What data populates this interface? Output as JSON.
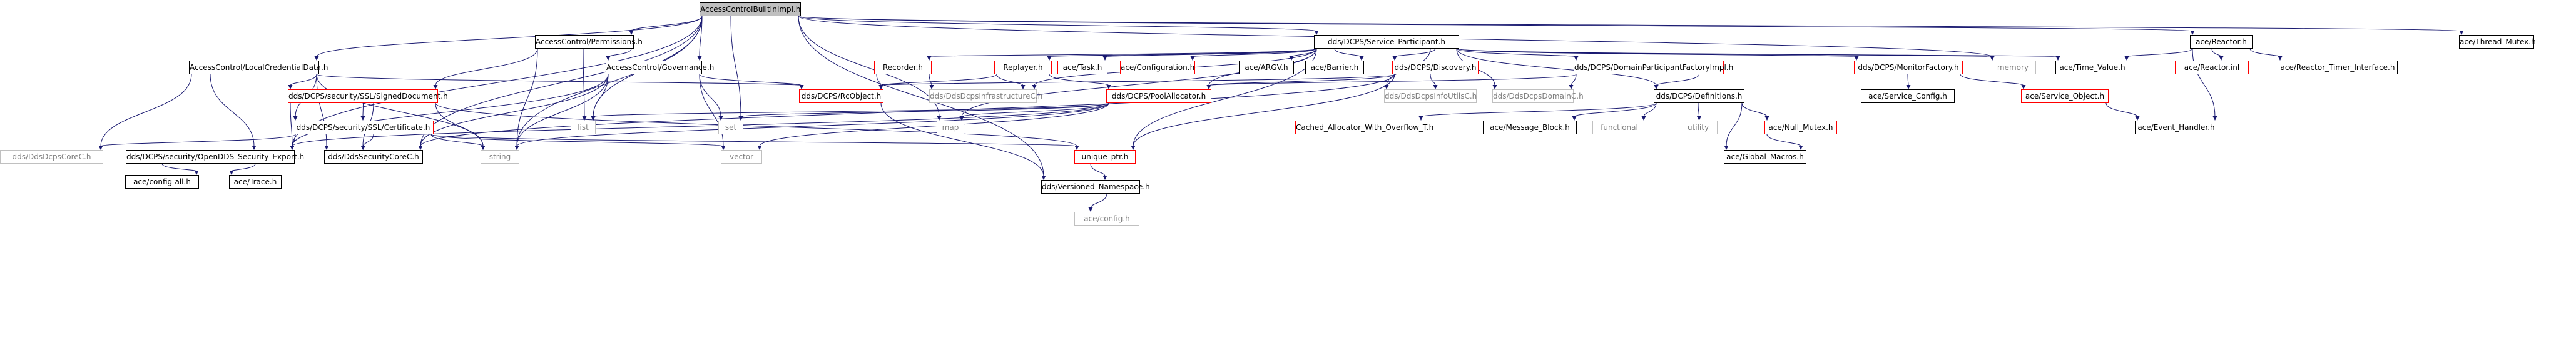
{
  "graph": {
    "edge_color": "#191970",
    "root_fill": "#bfbfbf",
    "red_border": "#ff0000",
    "missing_border": "#c0c0c0",
    "nodes": [
      {
        "id": "root",
        "label": "AccessControlBuiltInImpl.h",
        "style": "root"
      },
      {
        "id": "perm",
        "label": "AccessControl/Permissions.h",
        "style": "normal"
      },
      {
        "id": "gov",
        "label": "AccessControl/Governance.h",
        "style": "normal"
      },
      {
        "id": "lcd",
        "label": "AccessControl/LocalCredentialData.h",
        "style": "normal"
      },
      {
        "id": "sp",
        "label": "dds/DCPS/Service_Participant.h",
        "style": "normal"
      },
      {
        "id": "reactor",
        "label": "ace/Reactor.h",
        "style": "normal"
      },
      {
        "id": "threadmutex",
        "label": "ace/Thread_Mutex.h",
        "style": "normal"
      },
      {
        "id": "signeddoc",
        "label": "dds/DCPS/security/SSL/SignedDocument.h",
        "style": "red"
      },
      {
        "id": "cert",
        "label": "dds/DCPS/security/SSL/Certificate.h",
        "style": "red"
      },
      {
        "id": "rcobject",
        "label": "dds/DCPS/RcObject.h",
        "style": "red"
      },
      {
        "id": "recorder",
        "label": "Recorder.h",
        "style": "red"
      },
      {
        "id": "replayer",
        "label": "Replayer.h",
        "style": "red"
      },
      {
        "id": "task",
        "label": "ace/Task.h",
        "style": "red"
      },
      {
        "id": "config",
        "label": "ace/Configuration.h",
        "style": "red"
      },
      {
        "id": "argv",
        "label": "ace/ARGV.h",
        "style": "normal"
      },
      {
        "id": "barrier",
        "label": "ace/Barrier.h",
        "style": "normal"
      },
      {
        "id": "discovery",
        "label": "dds/DCPS/Discovery.h",
        "style": "red"
      },
      {
        "id": "dpfimpl",
        "label": "dds/DCPS/DomainParticipantFactoryImpl.h",
        "style": "red"
      },
      {
        "id": "monitorfactory",
        "label": "dds/DCPS/MonitorFactory.h",
        "style": "red"
      },
      {
        "id": "memory",
        "label": "memory",
        "style": "missing"
      },
      {
        "id": "timevalue",
        "label": "ace/Time_Value.h",
        "style": "normal"
      },
      {
        "id": "reactorinl",
        "label": "ace/Reactor.inl",
        "style": "red"
      },
      {
        "id": "reactortimer",
        "label": "ace/Reactor_Timer_Interface.h",
        "style": "normal"
      },
      {
        "id": "poolalloc",
        "label": "dds/DCPS/PoolAllocator.h",
        "style": "red"
      },
      {
        "id": "infracpp",
        "label": "dds/DdsDcpsInfrastructureC.h",
        "style": "missing"
      },
      {
        "id": "infoutils",
        "label": "dds/DdsDcpsInfoUtilsC.h",
        "style": "missing"
      },
      {
        "id": "domainc",
        "label": "dds/DdsDcpsDomainC.h",
        "style": "missing"
      },
      {
        "id": "definitions",
        "label": "dds/DCPS/Definitions.h",
        "style": "normal"
      },
      {
        "id": "serviceconfig",
        "label": "ace/Service_Config.h",
        "style": "normal"
      },
      {
        "id": "serviceobject",
        "label": "ace/Service_Object.h",
        "style": "red"
      },
      {
        "id": "list",
        "label": "list",
        "style": "missing"
      },
      {
        "id": "set",
        "label": "set",
        "style": "missing"
      },
      {
        "id": "map",
        "label": "map",
        "style": "missing"
      },
      {
        "id": "cachedalloc",
        "label": "Cached_Allocator_With_Overflow_T.h",
        "style": "red"
      },
      {
        "id": "msgblock",
        "label": "ace/Message_Block.h",
        "style": "normal"
      },
      {
        "id": "functional",
        "label": "functional",
        "style": "missing"
      },
      {
        "id": "utility",
        "label": "utility",
        "style": "missing"
      },
      {
        "id": "nullmutex",
        "label": "ace/Null_Mutex.h",
        "style": "red"
      },
      {
        "id": "eventhandler",
        "label": "ace/Event_Handler.h",
        "style": "normal"
      },
      {
        "id": "coredcps",
        "label": "dds/DdsDcpsCoreC.h",
        "style": "missing"
      },
      {
        "id": "ddssecexport",
        "label": "dds/DCPS/security/OpenDDS_Security_Export.h",
        "style": "normal"
      },
      {
        "id": "seccore",
        "label": "dds/DdsSecurityCoreC.h",
        "style": "normal"
      },
      {
        "id": "string",
        "label": "string",
        "style": "missing"
      },
      {
        "id": "vector",
        "label": "vector",
        "style": "missing"
      },
      {
        "id": "uniqueptr",
        "label": "unique_ptr.h",
        "style": "red"
      },
      {
        "id": "globalmacros",
        "label": "ace/Global_Macros.h",
        "style": "normal"
      },
      {
        "id": "configall",
        "label": "ace/config-all.h",
        "style": "normal"
      },
      {
        "id": "trace",
        "label": "ace/Trace.h",
        "style": "normal"
      },
      {
        "id": "versioned",
        "label": "dds/Versioned_Namespace.h",
        "style": "normal"
      },
      {
        "id": "aceconfig",
        "label": "ace/config.h",
        "style": "missing"
      }
    ],
    "edges": [
      [
        "root",
        "perm"
      ],
      [
        "root",
        "gov"
      ],
      [
        "root",
        "lcd"
      ],
      [
        "root",
        "sp"
      ],
      [
        "root",
        "reactor"
      ],
      [
        "root",
        "threadmutex"
      ],
      [
        "root",
        "ddssecexport"
      ],
      [
        "root",
        "seccore"
      ],
      [
        "root",
        "list"
      ],
      [
        "root",
        "set"
      ],
      [
        "root",
        "string"
      ],
      [
        "root",
        "map"
      ],
      [
        "root",
        "versioned"
      ],
      [
        "root",
        "memory"
      ],
      [
        "perm",
        "gov"
      ],
      [
        "perm",
        "signeddoc"
      ],
      [
        "perm",
        "list"
      ],
      [
        "perm",
        "string"
      ],
      [
        "gov",
        "rcobject"
      ],
      [
        "gov",
        "list"
      ],
      [
        "gov",
        "set"
      ],
      [
        "gov",
        "string"
      ],
      [
        "gov",
        "vector"
      ],
      [
        "gov",
        "seccore"
      ],
      [
        "gov",
        "ddssecexport"
      ],
      [
        "lcd",
        "signeddoc"
      ],
      [
        "lcd",
        "cert"
      ],
      [
        "lcd",
        "rcobject"
      ],
      [
        "lcd",
        "coredcps"
      ],
      [
        "lcd",
        "seccore"
      ],
      [
        "lcd",
        "ddssecexport"
      ],
      [
        "lcd",
        "string"
      ],
      [
        "sp",
        "recorder"
      ],
      [
        "sp",
        "replayer"
      ],
      [
        "sp",
        "task"
      ],
      [
        "sp",
        "config"
      ],
      [
        "sp",
        "argv"
      ],
      [
        "sp",
        "barrier"
      ],
      [
        "sp",
        "discovery"
      ],
      [
        "sp",
        "dpfimpl"
      ],
      [
        "sp",
        "monitorfactory"
      ],
      [
        "sp",
        "memory"
      ],
      [
        "sp",
        "timevalue"
      ],
      [
        "sp",
        "poolalloc"
      ],
      [
        "sp",
        "infracpp"
      ],
      [
        "sp",
        "infoutils"
      ],
      [
        "sp",
        "domainc"
      ],
      [
        "sp",
        "definitions"
      ],
      [
        "sp",
        "uniqueptr"
      ],
      [
        "sp",
        "map"
      ],
      [
        "reactor",
        "timevalue"
      ],
      [
        "reactor",
        "reactorinl"
      ],
      [
        "reactor",
        "reactortimer"
      ],
      [
        "reactor",
        "eventhandler"
      ],
      [
        "signeddoc",
        "cert"
      ],
      [
        "signeddoc",
        "ddssecexport"
      ],
      [
        "signeddoc",
        "seccore"
      ],
      [
        "signeddoc",
        "string"
      ],
      [
        "signeddoc",
        "uniqueptr"
      ],
      [
        "cert",
        "ddssecexport"
      ],
      [
        "cert",
        "seccore"
      ],
      [
        "cert",
        "string"
      ],
      [
        "cert",
        "vector"
      ],
      [
        "cert",
        "uniqueptr"
      ],
      [
        "cert",
        "coredcps"
      ],
      [
        "rcobject",
        "versioned"
      ],
      [
        "recorder",
        "rcobject"
      ],
      [
        "recorder",
        "infracpp"
      ],
      [
        "replayer",
        "rcobject"
      ],
      [
        "replayer",
        "infracpp"
      ],
      [
        "replayer",
        "poolalloc"
      ],
      [
        "discovery",
        "rcobject"
      ],
      [
        "discovery",
        "infoutils"
      ],
      [
        "discovery",
        "poolalloc"
      ],
      [
        "discovery",
        "uniqueptr"
      ],
      [
        "discovery",
        "seccore"
      ],
      [
        "dpfimpl",
        "definitions"
      ],
      [
        "dpfimpl",
        "domainc"
      ],
      [
        "dpfimpl",
        "poolalloc"
      ],
      [
        "monitorfactory",
        "serviceconfig"
      ],
      [
        "monitorfactory",
        "serviceobject"
      ],
      [
        "poolalloc",
        "list"
      ],
      [
        "poolalloc",
        "set"
      ],
      [
        "poolalloc",
        "map"
      ],
      [
        "poolalloc",
        "string"
      ],
      [
        "poolalloc",
        "vector"
      ],
      [
        "poolalloc",
        "ddssecexport"
      ],
      [
        "definitions",
        "cachedalloc"
      ],
      [
        "definitions",
        "msgblock"
      ],
      [
        "definitions",
        "functional"
      ],
      [
        "definitions",
        "utility"
      ],
      [
        "definitions",
        "nullmutex"
      ],
      [
        "definitions",
        "globalmacros"
      ],
      [
        "nullmutex",
        "globalmacros"
      ],
      [
        "serviceobject",
        "eventhandler"
      ],
      [
        "ddssecexport",
        "configall"
      ],
      [
        "ddssecexport",
        "trace"
      ],
      [
        "uniqueptr",
        "versioned"
      ],
      [
        "versioned",
        "aceconfig"
      ]
    ]
  }
}
